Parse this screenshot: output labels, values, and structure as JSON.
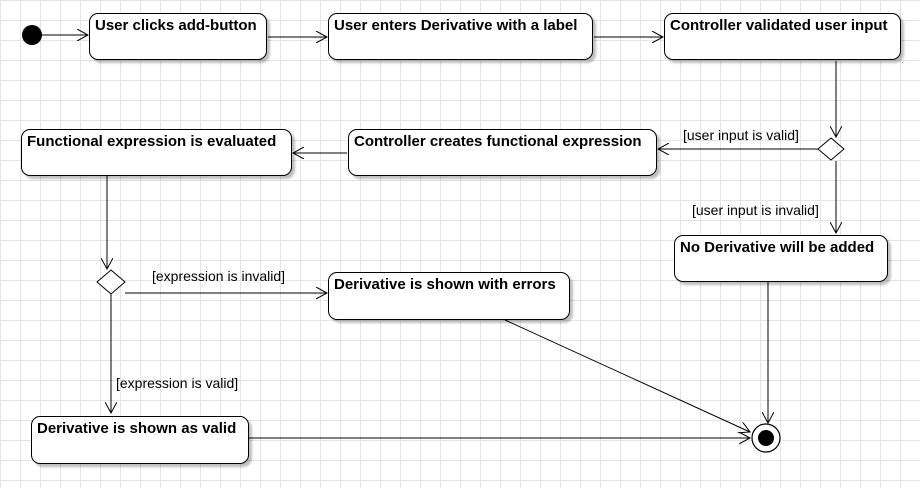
{
  "actions": {
    "a1": "User clicks add-button",
    "a2": "User enters Derivative with a label",
    "a3": "Controller validated user input",
    "a4": "Controller creates functional expression",
    "a5": "Functional expression is evaluated",
    "a6": "No Derivative will be added",
    "a7": "Derivative is shown with errors",
    "a8": "Derivative is shown as valid"
  },
  "guards": {
    "input_valid": "[user input is valid]",
    "input_invalid": "[user input is invalid]",
    "expr_invalid": "[expression is invalid]",
    "expr_valid": "[expression is valid]"
  }
}
